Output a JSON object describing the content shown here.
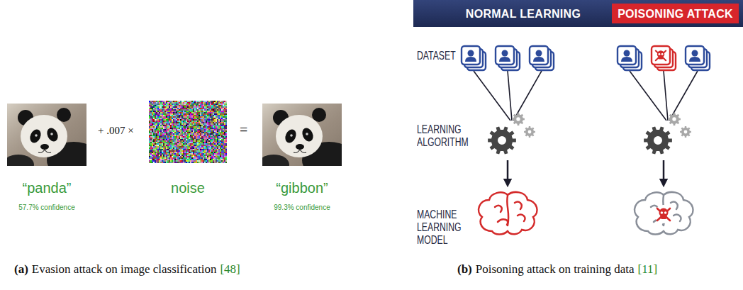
{
  "diagram": {
    "nodes": [
      {
        "text": [
          "“panda”",
          "57.7% confidence"
        ]
      },
      {
        "text": [
          "noise"
        ]
      },
      {
        "text": [
          "“gibbon”",
          "99.3% confidence"
        ]
      },
      {
        "text": [
          "NORMAL LEARNING"
        ]
      },
      {
        "text": [
          "POISONING ATTACK"
        ],
        "in": 3
      }
    ],
    "labels": [
      "+ .007 ×",
      "=",
      "(a)",
      "Evasion attack on image classification",
      "[48]",
      "DATASET",
      "LEARNING ALGORITHM",
      "MACHINE LEARNING MODEL",
      "(b)",
      "Poisoning attack on training data",
      "[11]"
    ]
  }
}
